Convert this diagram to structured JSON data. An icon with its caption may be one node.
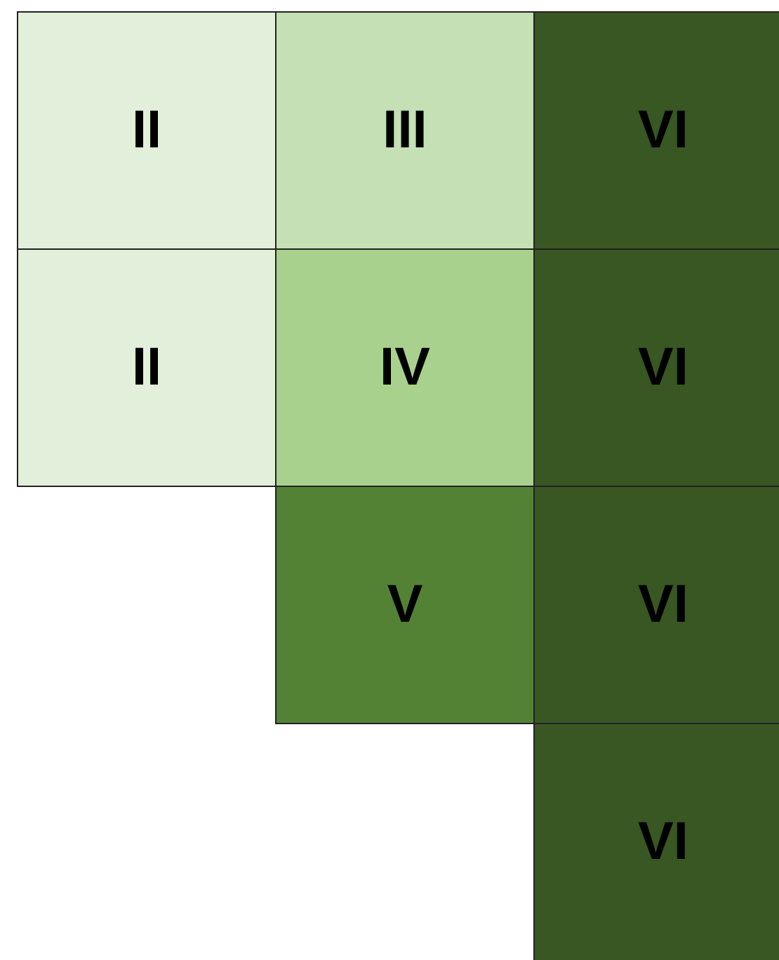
{
  "diagram": {
    "nodes": [
      {
        "text": [
          "II"
        ]
      },
      {
        "text": [
          "III"
        ]
      },
      {
        "text": [
          "VI"
        ]
      },
      {
        "text": [
          "II"
        ]
      },
      {
        "text": [
          "IV"
        ]
      },
      {
        "text": [
          "VI"
        ]
      },
      {
        "text": [
          "V"
        ]
      },
      {
        "text": [
          "VI"
        ]
      },
      {
        "text": [
          "VI"
        ]
      }
    ]
  }
}
